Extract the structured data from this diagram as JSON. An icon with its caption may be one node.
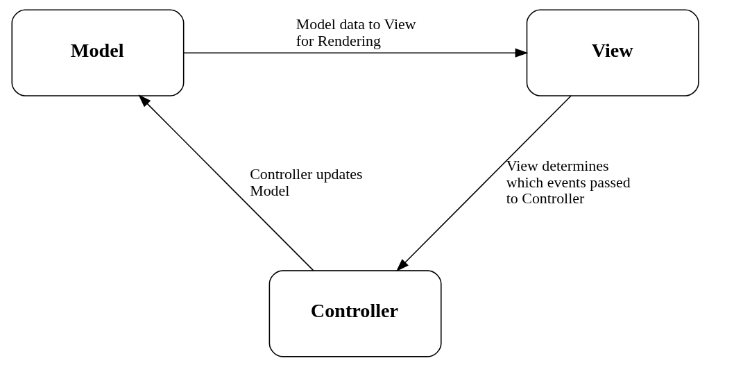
{
  "diagram": {
    "nodes": [
      {
        "text": [
          "Model"
        ]
      },
      {
        "text": [
          "View"
        ]
      },
      {
        "text": [
          "Controller"
        ]
      }
    ],
    "edges": [
      {
        "from": 0,
        "to": 1,
        "arrow": "to",
        "label": "Model data to View for Rendering"
      },
      {
        "from": 1,
        "to": 2,
        "arrow": "to",
        "label": "View determines which events passed to Controller"
      },
      {
        "from": 2,
        "to": 0,
        "arrow": "to",
        "label": "Controller updates Model"
      }
    ]
  }
}
